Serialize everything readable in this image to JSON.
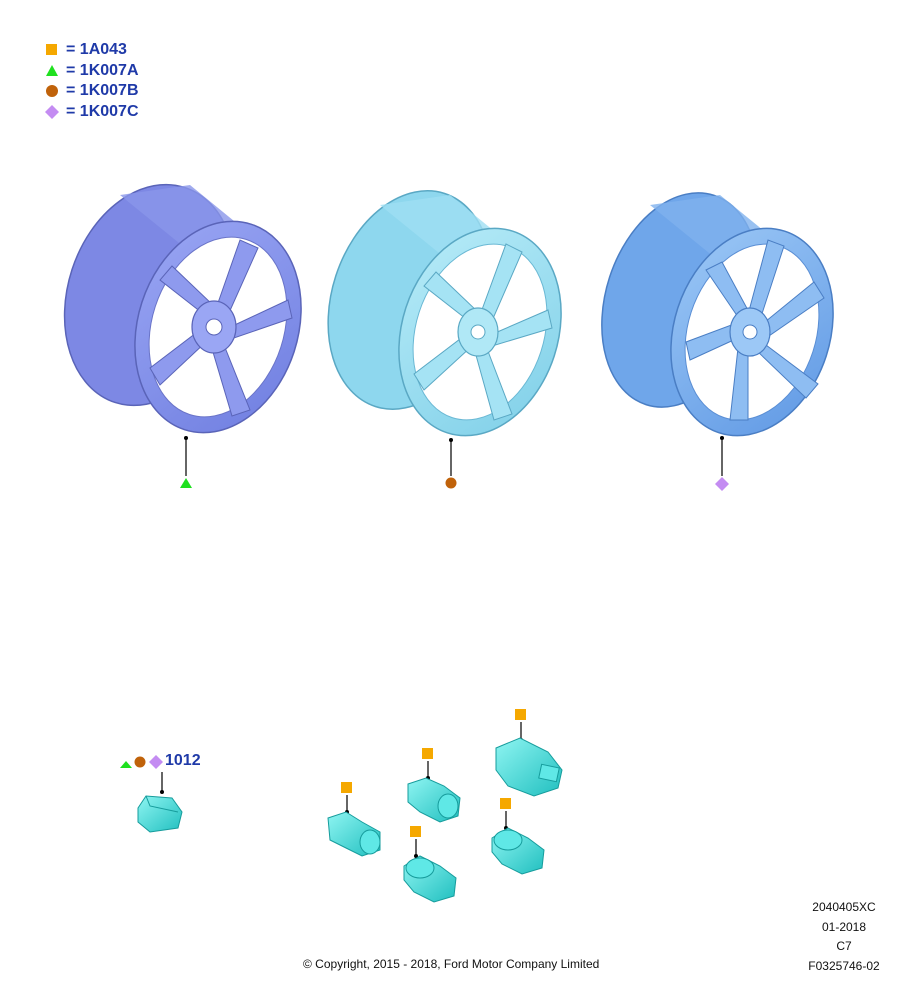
{
  "colors": {
    "square": "#f5a800",
    "triangle": "#1fe01f",
    "circle": "#c0620a",
    "diamond": "#c48cf2",
    "label_blue": "#1f3aa8",
    "part_cyan": "#38e0dc"
  },
  "legend": [
    {
      "symbol": "square-icon",
      "text": "= 1A043"
    },
    {
      "symbol": "triangle-icon",
      "text": "= 1K007A"
    },
    {
      "symbol": "circle-icon",
      "text": "= 1K007B"
    },
    {
      "symbol": "diamond-icon",
      "text": "= 1K007C"
    }
  ],
  "callout": {
    "part_number": "1012"
  },
  "footer": {
    "code": "2040405XC",
    "date": "01-2018",
    "rev": "C7",
    "figure": "F0325746-02",
    "copyright": "© Copyright, 2015 - 2018, Ford Motor Company Limited"
  }
}
